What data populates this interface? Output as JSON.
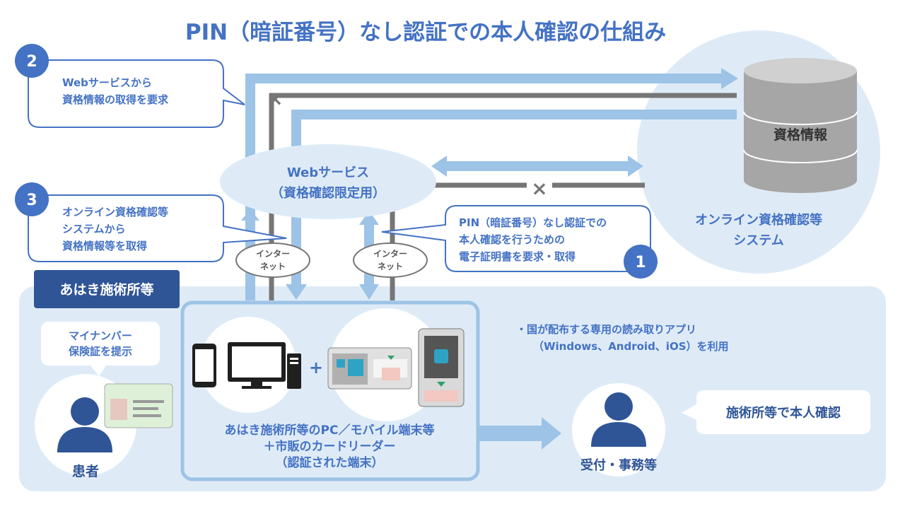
{
  "title": "PIN（暗証番号）なし認証での本人確認の仕組み",
  "steps": [
    {
      "number": "1",
      "lines": [
        "PIN（暗証番号）なし認証での",
        "本人確認を行うための",
        "電子証明書を要求・取得"
      ]
    },
    {
      "number": "2",
      "lines": [
        "Webサービスから",
        "資格情報の取得を要求"
      ]
    },
    {
      "number": "3",
      "lines": [
        "オンライン資格確認等",
        "システムから",
        "資格情報等を取得"
      ]
    }
  ],
  "web_service": {
    "lines": [
      "Webサービス",
      "（資格確認限定用）"
    ]
  },
  "database": {
    "label": "資格情報"
  },
  "online_system": {
    "lines": [
      "オンライン資格確認等",
      "システム"
    ]
  },
  "internet_labels": [
    {
      "lines": [
        "インター",
        "ネット"
      ]
    },
    {
      "lines": [
        "インター",
        "ネット"
      ]
    }
  ],
  "clinic": {
    "label": "あはき施術所等"
  },
  "patient": {
    "speech": [
      "マイナンバー",
      "保険証を提示"
    ],
    "label": "患者"
  },
  "terminal": {
    "plus": "+",
    "lines": [
      "あはき施術所等のPC／モバイル端末等",
      "＋市販のカードリーダー",
      "（認証された端末）"
    ]
  },
  "app_note": {
    "lines": [
      "・国が配布する専用の読み取りアプリ",
      "（Windows、Android、iOS）を利用"
    ]
  },
  "reception": {
    "speech": "施術所等で本人確認",
    "label": "受付・事務等"
  },
  "blocked_mark": "×",
  "colors": {
    "accent_blue": "#4472c4",
    "light_blue_panel": "#deebf7",
    "arrow_blue": "#9dc3e6",
    "gray_line": "#767676",
    "dark_badge": "#2f5597",
    "person_blue": "#2f5597"
  },
  "icons": [
    "user-icon",
    "card-icon",
    "smartphone-icon",
    "desktop-icon",
    "card-reader-icon",
    "database-icon"
  ]
}
